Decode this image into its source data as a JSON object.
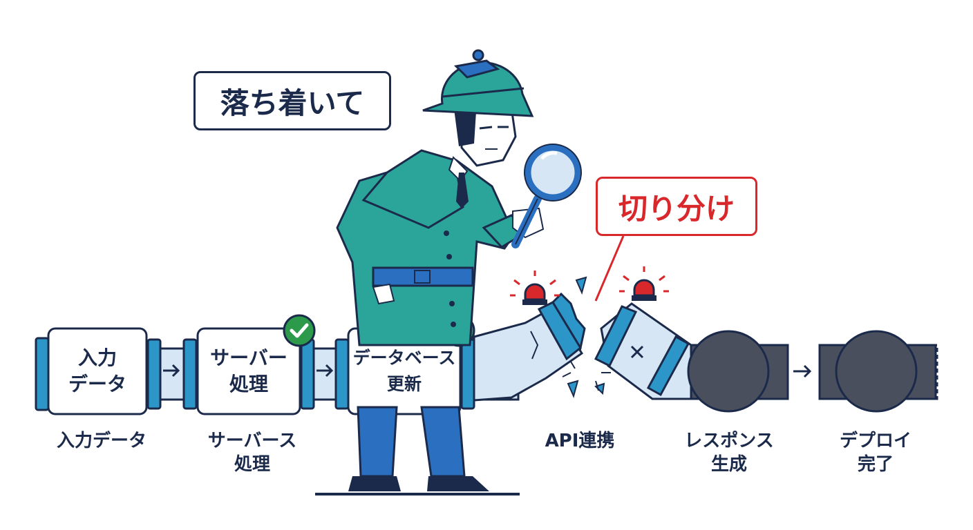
{
  "callouts": {
    "calm": "落ち着いて",
    "isolate": "切り分け"
  },
  "boxes": [
    {
      "line1": "入力",
      "line2": "データ",
      "status": "none"
    },
    {
      "line1": "サーバー",
      "line2": "処理",
      "status": "ok"
    },
    {
      "line1": "データベース",
      "line2": "更新",
      "status": "ok"
    }
  ],
  "stage_labels": [
    {
      "line1": "入力データ",
      "line2": ""
    },
    {
      "line1": "サーバース",
      "line2": "処理"
    },
    {
      "line1": "API連携",
      "line2": ""
    },
    {
      "line1": "レスポンス",
      "line2": "生成"
    },
    {
      "line1": "デプロイ",
      "line2": "完了"
    }
  ],
  "colors": {
    "navy": "#1b2a4a",
    "pipe": "#d6e6f4",
    "joint": "#2c96c8",
    "coat": "#2ba59a",
    "alert": "#d8282b",
    "ok": "#2c9a4a",
    "dark_node": "#4a4f5d"
  },
  "icons": [
    "check-icon",
    "siren-icon",
    "magnifier-icon",
    "arrow-right-icon",
    "cross-icon"
  ]
}
